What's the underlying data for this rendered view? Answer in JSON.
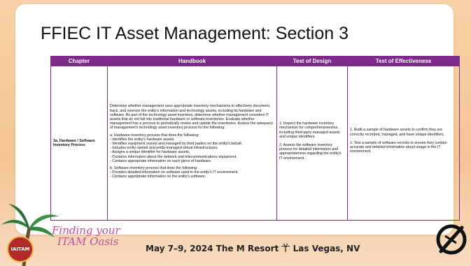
{
  "slide": {
    "title": "FFIEC IT Asset Management: Section 3"
  },
  "table": {
    "headers": [
      "Chapter",
      "Handbook",
      "Test of Design",
      "Test of Effectiveness"
    ],
    "row": {
      "chapter": "3a. Hardware / Software Inventory Process",
      "handbook": {
        "intro": "Determine whether management uses appropriate inventory mechanisms to effectively document, track, and oversee the entity's information and technology assets, including its hardware and software. As part of the technology asset inventory, determine whether management considers IT assets that do not fall into traditional hardware or software inventories. Evaluate whether management has a process to periodically review and update the inventories. Assess the adequacy of management's technology asset inventory process for the following:",
        "section_a_title": "a. Hardware inventory process that does the following:",
        "section_a_items": [
          "- Identifies the entity's hardware assets.",
          "- Identifies equipment owned and managed by third parties on the entity's behalf.",
          "- Includes entity-owned and entity-managed virtual infrastructures.",
          "- Assigns a unique identifier for hardware assets.",
          "- Contains information about the network and telecommunications equipment.",
          "- Contains appropriate information on each piece of hardware."
        ],
        "section_b_title": "b. Software inventory process that does the following:",
        "section_b_items": [
          "- Provides detailed information on software used in the entity's IT environment.",
          "- Contains appropriate information on the entity's software."
        ]
      },
      "test_of_design": [
        "1. Inspect the hardware inventory mechanism for comprehensiveness, including third-party managed assets and unique identifiers.",
        "2. Assess the software inventory process for detailed information and appropriateness regarding the entity's IT environment."
      ],
      "test_of_effectiveness": [
        "1. Audit a sample of hardware assets to confirm they are correctly recorded, managed, and have unique identifiers.",
        "2. Test a sample of software records to ensure they contain accurate and detailed information about usage in the IT environment."
      ]
    }
  },
  "footer": {
    "tagline_line1": "Finding your",
    "tagline_line2": "ITAM Oasis",
    "badge": "IAITAM",
    "event_dates": "May 7–9, 2024  The M Resort",
    "event_location": "Las Vegas, NV"
  },
  "colors": {
    "header_purple": "#7d2a8a",
    "tagline_pink": "#c64a9a",
    "background_sand": "#f3c99a"
  }
}
